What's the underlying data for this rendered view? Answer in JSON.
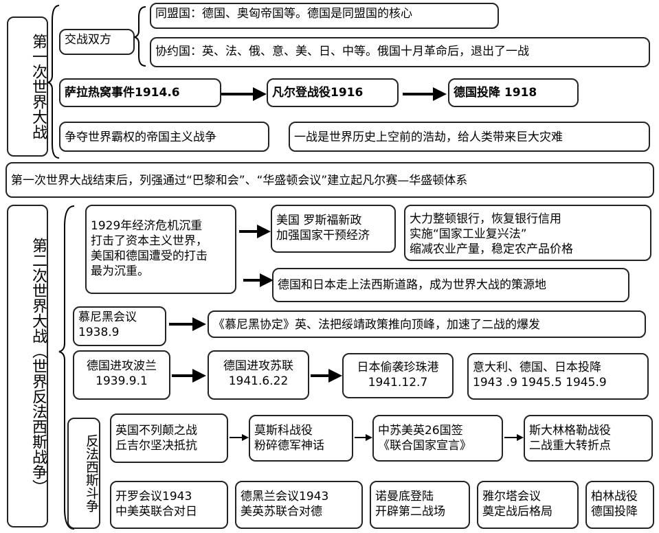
{
  "ww1": {
    "title": "第一次世界大战",
    "sides_label": "交战双方",
    "central": "同盟国：德国、奥匈帝国等。德国是同盟国的核心",
    "entente": "协约国：英、法、俄、意、美、日、中等。俄国十月革命后，退出了一战",
    "event1": "萨拉热窝事件1914.6",
    "event2": "凡尔登战役1916",
    "event3": "德国投降 1918",
    "nature": "争夺世界霸权的帝国主义战争",
    "impact": "一战是世界历史上空前的浩劫，给人类带来巨大灾难"
  },
  "interwar": {
    "system": "第一次世界大战结束后，列强通过“巴黎和会”、“华盛顿会议”建立起凡尔赛—华盛顿体系"
  },
  "ww2": {
    "title": "第二次世界大战（世界反法西斯战争）",
    "crisis": "1929年经济危机沉重\n打击了资本主义世界，\n美国和德国遭受的打击\n最为沉重。",
    "new_deal": "美国 罗斯福新政\n加强国家干预经济",
    "new_deal_measures": "大力整顿银行，恢复银行信用\n实施“国家工业复兴法”\n缩减农业产量，稳定农产品价格",
    "fascism": "德国和日本走上法西斯道路，成为世界大战的策源地",
    "munich": "慕尼黑会议\n1938.9",
    "munich_result": "《慕尼黑协定》英、法把绥靖政策推向顶峰，加速了二战的爆发",
    "poland": "德国进攻波兰\n1939.9.1",
    "ussr": "德国进攻苏联\n1941.6.22",
    "pearl": "日本偷袭珍珠港\n1941.12.7",
    "surrender": "意大利、德国、日本投降\n1943 .9  1945.5  1945.9",
    "antifascist_label": "反法西斯斗争",
    "britain": "英国不列颠之战\n丘吉尔坚决抵抗",
    "moscow": "莫斯科战役\n粉碎德军神话",
    "un_declaration": "中苏美英26国签\n《联合国家宣言》",
    "stalingrad": "斯大林格勒战役\n二战重大转折点",
    "cairo": "开罗会议1943\n中美英联合对日",
    "tehran": "德黑兰会议1943\n美英苏联合对德",
    "normandy": "诺曼底登陆\n开辟第二战场",
    "yalta": "雅尔塔会议\n奠定战后格局",
    "berlin": "柏林战役\n德国投降"
  }
}
